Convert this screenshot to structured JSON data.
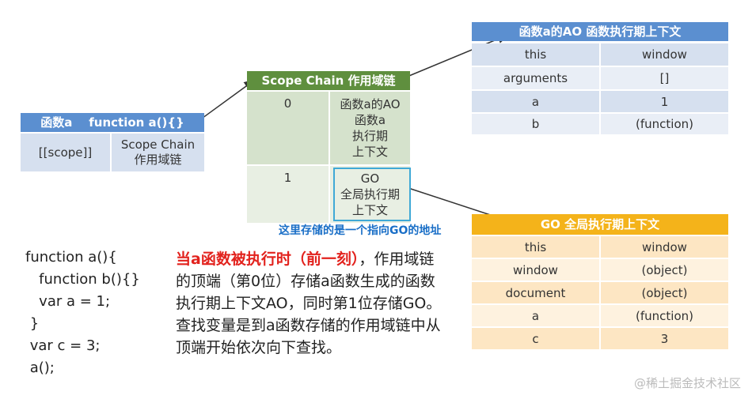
{
  "func_table": {
    "header": "函数a    function a(){}",
    "row": [
      "[[scope]]",
      "Scope Chain\n作用域链"
    ]
  },
  "scope_chain": {
    "header": "Scope Chain 作用域链",
    "rows": [
      [
        "0",
        "函数a的AO\n函数a\n执行期\n上下文"
      ],
      [
        "1",
        "GO\n全局执行期\n上下文"
      ]
    ]
  },
  "ao_table": {
    "header": "函数a的AO 函数执行期上下文",
    "rows": [
      [
        "this",
        "window"
      ],
      [
        "arguments",
        "[]"
      ],
      [
        "a",
        "1"
      ],
      [
        "b",
        "(function)"
      ]
    ]
  },
  "go_table": {
    "header": "GO 全局执行期上下文",
    "rows": [
      [
        "this",
        "window"
      ],
      [
        "window",
        "(object)"
      ],
      [
        "document",
        "(object)"
      ],
      [
        "a",
        "(function)"
      ],
      [
        "c",
        "3"
      ]
    ]
  },
  "blue_note": "这里存储的是一个指向GO的地址",
  "code": "function a(){\n   function b(){}\n   var a = 1;\n }\n var c = 3;\n a();",
  "explanation": {
    "highlight": "当a函数被执行时（前一刻）",
    "rest": "，作用域链的顶端（第0位）存储a函数生成的函数执行期上下文AO，同时第1位存储GO。查找变量是到a函数存储的作用域链中从顶端开始依次向下查找。"
  },
  "watermark": "@稀土掘金技术社区"
}
